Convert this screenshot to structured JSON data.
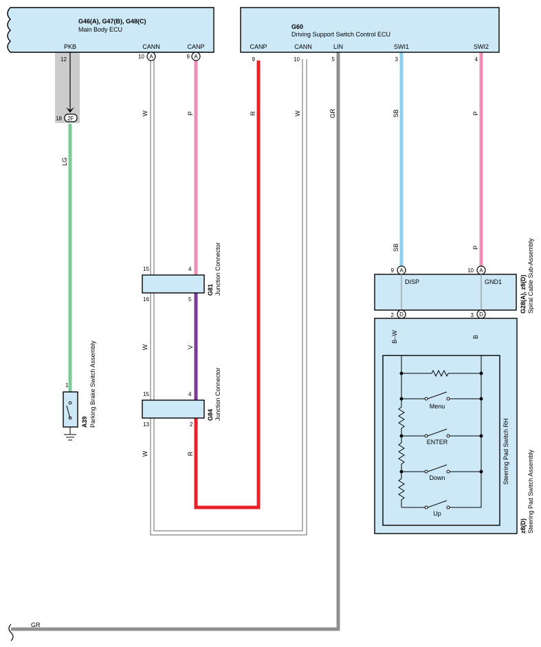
{
  "components": {
    "main_body_ecu": {
      "code": "G46(A), G47(B), G48(C)",
      "name": "Main Body ECU"
    },
    "switch_control_ecu": {
      "code": "G60",
      "name": "Driving Support Switch Control ECU"
    },
    "junction_g81": {
      "code": "G81",
      "name": "Junction Connector"
    },
    "junction_g84": {
      "code": "G84",
      "name": "Junction Connector"
    },
    "spiral_cable": {
      "code": "G28(A), z8(D)",
      "name": "Spiral Cable Sub-Assembly"
    },
    "steering_pad_assy": {
      "code": "z8(D)",
      "name": "Steering Pad Switch Assembly"
    },
    "steering_pad_rh": {
      "name": "Steering Pad Switch RH"
    },
    "parking_brake_switch": {
      "code": "A39",
      "name": "Parking Brake Switch Assembly"
    }
  },
  "pins": {
    "pkb": "PKB",
    "cann1": "CANN",
    "canp1": "CANP",
    "canp2": "CANP",
    "cann2": "CANN",
    "lin": "LIN",
    "swi1": "SWI1",
    "swi2": "SWI2",
    "disp": "DISP",
    "gnd1": "GND1"
  },
  "pin_numbers": {
    "pkb": "12",
    "cann1": "10",
    "canp1": "9",
    "canp2": "9",
    "cann2": "10",
    "lin": "5",
    "swi1": "3",
    "swi2": "4",
    "connector_2f_pin": "18",
    "spiral_in_left": "9",
    "spiral_in_right": "10",
    "spiral_out_left": "2",
    "spiral_out_right": "3",
    "g81_tl": "15",
    "g81_tr": "4",
    "g81_bl": "16",
    "g81_br": "5",
    "g84_tl": "15",
    "g84_tr": "4",
    "g84_bl": "13",
    "g84_br": "2",
    "pb_pin": "1"
  },
  "connector_letters": {
    "a": "A",
    "d": "D",
    "two_f": "2F"
  },
  "wire_labels": {
    "lg": "LG",
    "w": "W",
    "p": "P",
    "r": "R",
    "gr": "GR",
    "sb": "SB",
    "v": "V",
    "bw": "B–W",
    "b": "B"
  },
  "switches": [
    "Menu",
    "ENTER",
    "Down",
    "Up"
  ],
  "colors": {
    "box_fill": "#cde9f8",
    "wire_lg": "#7fc99a",
    "wire_p": "#f08cb8",
    "wire_r": "#e8202a",
    "wire_gr": "#909090",
    "wire_sb": "#8fd0f0",
    "wire_v": "#7a3a9a",
    "wire_b": "#000000",
    "shade": "#cccccc"
  }
}
